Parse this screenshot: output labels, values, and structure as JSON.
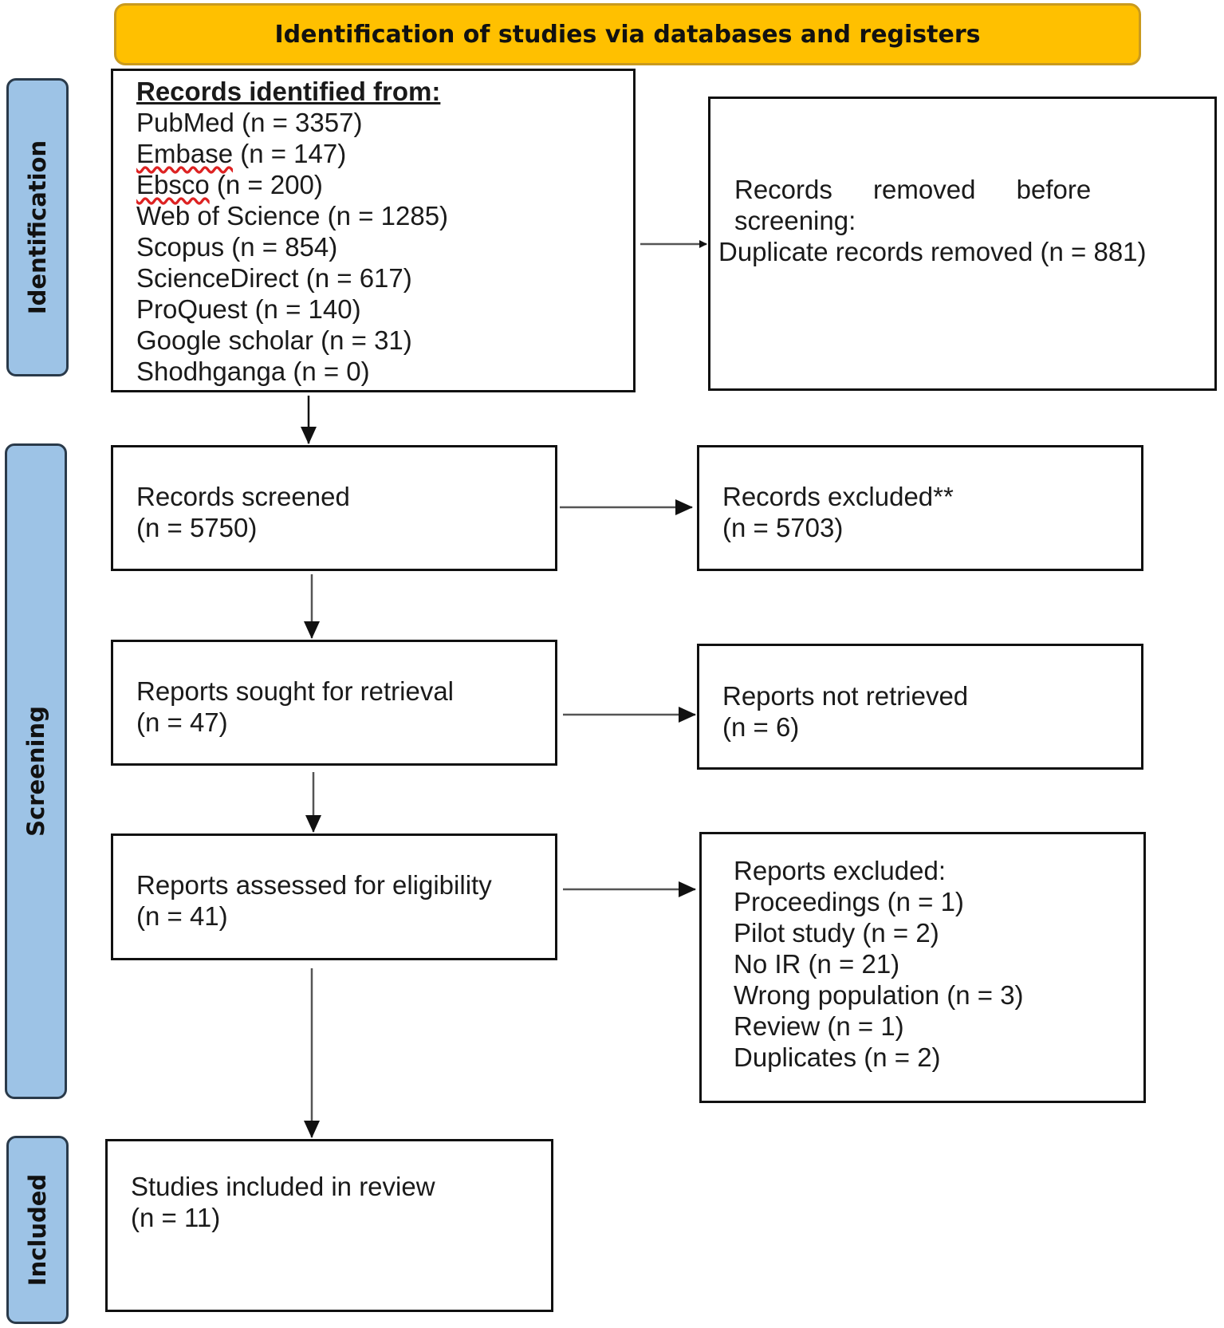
{
  "header": {
    "title": "Identification of studies via databases and registers"
  },
  "phases": {
    "identification": "Identification",
    "screening": "Screening",
    "included": "Included"
  },
  "identified": {
    "heading": "Records identified from:",
    "sources": [
      "PubMed (n = 3357)",
      "Embase (n = 147)",
      "Ebsco (n = 200)",
      "Web of Science (n = 1285)",
      "Scopus (n = 854)",
      "ScienceDirect (n = 617)",
      "ProQuest (n = 140)",
      "Google scholar (n = 31)",
      "Shodhganga (n = 0)"
    ]
  },
  "removed": {
    "line1": "Records removed before",
    "line2": "screening:",
    "line3": "Duplicate records removed (n = 881)"
  },
  "screened": {
    "label": "Records screened",
    "count": "(n = 5750)"
  },
  "excluded": {
    "label": "Records excluded**",
    "count": "(n = 5703)"
  },
  "sought": {
    "label": "Reports sought for retrieval",
    "count": "(n = 47)"
  },
  "not_retrieved": {
    "label": "Reports not retrieved",
    "count": "(n = 6)"
  },
  "assessed": {
    "label": "Reports assessed for eligibility",
    "count": "(n = 41)"
  },
  "reports_excluded": {
    "heading": "Reports excluded:",
    "reasons": [
      "Proceedings (n = 1)",
      "Pilot study (n = 2)",
      "No IR (n = 21)",
      "Wrong population (n = 3)",
      "Review (n = 1)",
      "Duplicates (n = 2)"
    ]
  },
  "included": {
    "label": "Studies included in review",
    "count": "(n = 11)"
  },
  "colors": {
    "header_fill": "#ffc000",
    "phase_fill": "#9dc3e6",
    "box_border": "#111111",
    "spell_underline": "#dd2222"
  }
}
